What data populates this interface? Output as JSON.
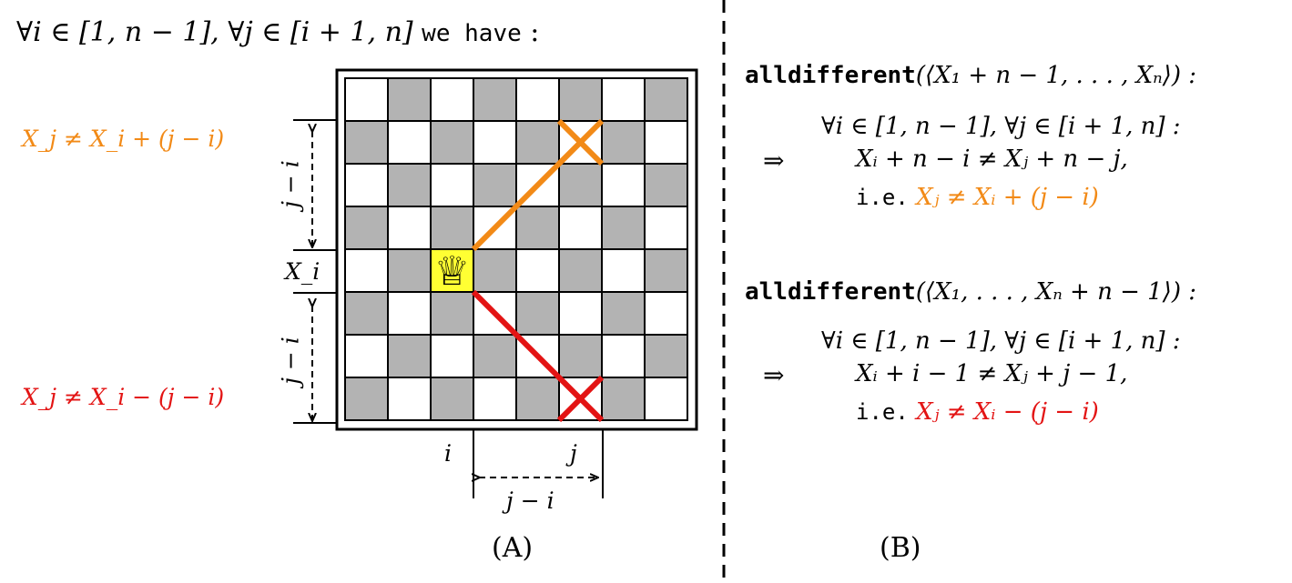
{
  "panel_a": {
    "header_math": "∀i ∈ [1, n − 1], ∀j ∈ [i + 1, n]",
    "header_text": "we have",
    "header_colon": ":",
    "label_upper_constraint": "X_j ≠ X_i + (j − i)",
    "label_lower_constraint": "X_j ≠ X_i − (j − i)",
    "label_xi": "X_i",
    "label_upper_distance": "j − i",
    "label_lower_distance": "j − i",
    "label_col_i": "i",
    "label_col_j": "j",
    "label_horizontal_distance": "j − i",
    "caption": "(A)",
    "queen_glyph": "♕",
    "board_size": 8,
    "queen_cell": {
      "row": 5,
      "col": 3
    },
    "upper_attack_cell": {
      "row": 2,
      "col": 6
    },
    "lower_attack_cell": {
      "row": 8,
      "col": 6
    }
  },
  "panel_b": {
    "block1": {
      "keyword": "alldifferent",
      "args": "(⟨X₁ + n − 1, . . . , Xₙ⟩) :",
      "implies": "⇒",
      "line1": "∀i ∈ [1, n − 1], ∀j ∈ [i + 1, n] :",
      "line2": "Xᵢ + n − i ≠ Xⱼ + n − j,",
      "ie": "i.e.",
      "result": "Xⱼ ≠ Xᵢ + (j − i)"
    },
    "block2": {
      "keyword": "alldifferent",
      "args": "(⟨X₁, . . . , Xₙ + n − 1⟩) :",
      "implies": "⇒",
      "line1": "∀i ∈ [1, n − 1], ∀j ∈ [i + 1, n] :",
      "line2": "Xᵢ + i − 1 ≠ Xⱼ + j − 1,",
      "ie": "i.e.",
      "result": "Xⱼ ≠ Xᵢ − (j − i)"
    },
    "caption": "(B)"
  },
  "colors": {
    "orange": "#f28a17",
    "red": "#e31414",
    "dark_square": "#b3b3b3",
    "queen_bg": "#ffff33"
  }
}
